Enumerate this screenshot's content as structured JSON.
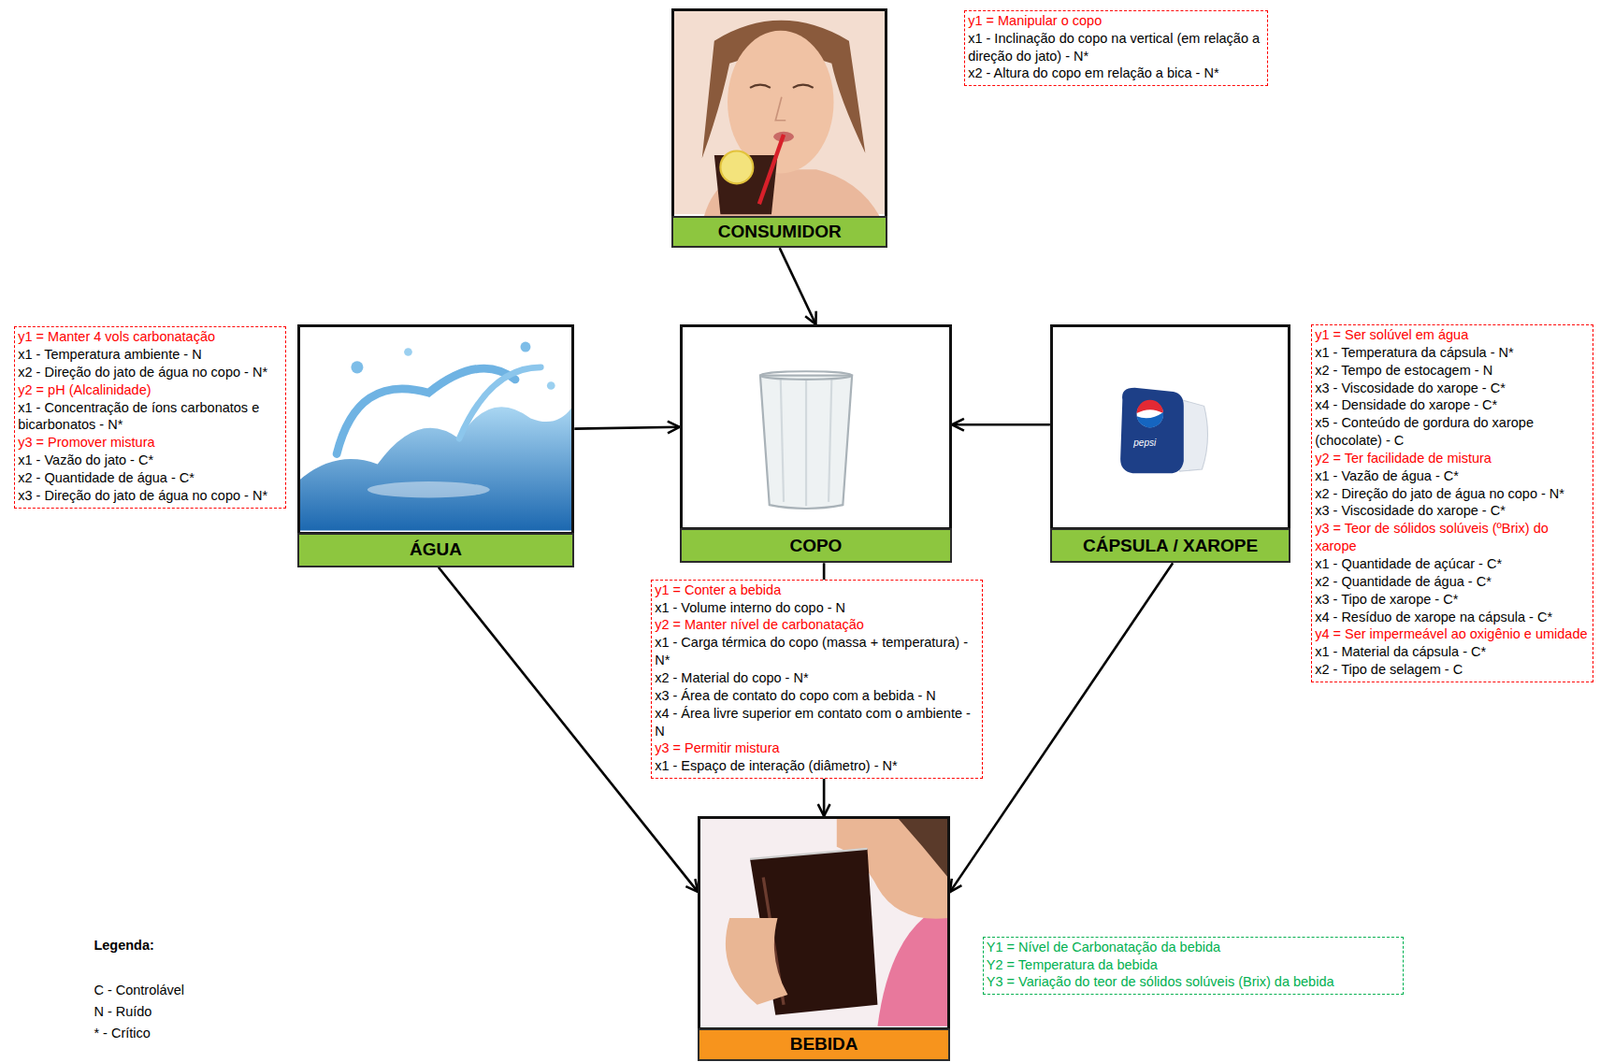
{
  "diagram": {
    "nodes": [
      {
        "text": [
          "CONSUMIDOR"
        ]
      },
      {
        "text": [
          "y1 = Manipular o copo",
          "x1 - Inclinação do copo na vertical (em relação a direção do jato) - N*",
          "x2 - Altura do copo em relação a bica - N*"
        ]
      },
      {
        "text": [
          "y1 = Manter 4 vols carbonatação",
          "x1 - Temperatura ambiente - N",
          "x2 - Direção do jato de água no copo - N*",
          "y2 = pH (Alcalinidade)",
          "x1 - Concentração de íons carbonatos e bicarbonatos - N*",
          "y3 = Promover mistura",
          "x1 - Vazão do jato - C*",
          "x2 - Quantidade de água - C*",
          "x3 - Direção do jato de água no copo - N*"
        ]
      },
      {
        "text": [
          "ÁGUA"
        ]
      },
      {
        "text": [
          "COPO"
        ]
      },
      {
        "text": [
          "CÁPSULA / XAROPE"
        ]
      },
      {
        "text": [
          "y1 = Ser solúvel em água",
          "x1 - Temperatura da cápsula - N*",
          "x2 - Tempo de estocagem - N",
          "x3 - Viscosidade do xarope - C*",
          "x4 - Densidade do xarope - C*",
          "x5 - Conteúdo de gordura do xarope (chocolate) - C",
          "y2 = Ter facilidade de mistura",
          "x1 - Vazão de água - C*",
          "x2 - Direção do jato de água no copo - N*",
          "x3 - Viscosidade do xarope - C*",
          "y3 = Teor de sólidos solúveis (ºBrix) do xarope",
          "x1 - Quantidade de açúcar - C*",
          "x2 - Quantidade de água - C*",
          "x3 - Tipo de xarope - C*",
          "x4 - Resíduo de xarope na cápsula - C*",
          "y4 = Ser impermeável ao oxigênio e umidade",
          "x1 - Material da cápsula - C*",
          "x2 - Tipo de selagem - C"
        ]
      },
      {
        "text": [
          "y1 = Conter a bebida",
          "x1 - Volume interno do copo - N",
          "y2 = Manter nível de carbonatação",
          "x1 - Carga térmica do copo (massa + temperatura) - N*",
          "x2 - Material do copo - N*",
          "x3 - Área de contato do copo com a bebida - N",
          "x4 - Área livre superior em contato com o ambiente - N",
          "y3 = Permitir mistura",
          "x1 - Espaço de interação (diâmetro) - N*"
        ]
      },
      {
        "text": [
          "BEBIDA"
        ]
      },
      {
        "text": [
          "Y1 = Nível de Carbonatação da bebida",
          "Y2 = Temperatura da bebida",
          "Y3 = Variação do teor de sólidos solúveis (Brix) da bebida"
        ]
      }
    ],
    "edges": [
      {
        "from": 0,
        "to": 4,
        "arrow": "to"
      },
      {
        "from": 3,
        "to": 4,
        "arrow": "to"
      },
      {
        "from": 5,
        "to": 4,
        "arrow": "to"
      },
      {
        "from": 3,
        "to": 8,
        "arrow": "to"
      },
      {
        "from": 4,
        "to": 8,
        "arrow": "to"
      },
      {
        "from": 5,
        "to": 8,
        "arrow": "to"
      }
    ],
    "labels": [
      "pepsi",
      "Legenda:"
    ],
    "legend": [
      {
        "text": "C - Controlável"
      },
      {
        "text": "N - Ruído"
      },
      {
        "text": "* - Crítico"
      }
    ]
  }
}
